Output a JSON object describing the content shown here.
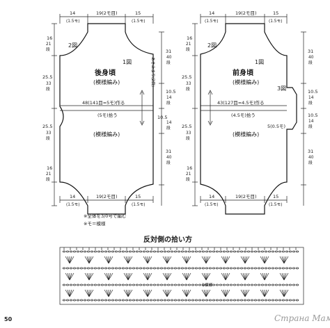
{
  "back": {
    "title": "後身頃",
    "pattern_top": "(模様編み)",
    "pattern_bottom": "(模様編み)",
    "piece1": "1図",
    "piece2": "2図",
    "make_line": "48(141目=5モ)作る",
    "pick_line": "(5モ)拾う",
    "top": {
      "d1": "14",
      "d1s": "(1.5モ)",
      "d2": "19(2モ目)",
      "d3": "15",
      "d3s": "(1.5モ)"
    },
    "bottom": {
      "d1": "14",
      "d1s": "(1.5モ)",
      "d2": "19(2モ目)",
      "d3": "15",
      "d3s": "(1.5モ)"
    },
    "left": [
      {
        "cm": "16",
        "rows": "21",
        "unit": "段"
      },
      {
        "cm": "25.5",
        "rows": "33",
        "unit": "段"
      },
      {
        "cm": "25.5",
        "rows": "33",
        "unit": "段"
      },
      {
        "cm": "16",
        "rows": "21",
        "unit": "段"
      }
    ],
    "right": [
      {
        "cm": "31",
        "rows": "40",
        "unit": "段"
      },
      {
        "cm": "10.5",
        "rows": "14",
        "unit": "段"
      },
      {
        "cm": "10.5",
        "rows": "14",
        "unit": "段"
      },
      {
        "cm": "31",
        "rows": "40",
        "unit": "段"
      }
    ],
    "side_note": "あき止まり(2目)"
  },
  "front": {
    "title": "前身頃",
    "pattern_top": "(模様編み)",
    "pattern_bottom": "(模様編み)",
    "piece1": "1図",
    "piece2": "2図",
    "piece3": "3図",
    "make_line": "43(127目=4.5モ)作る",
    "pick_line": "(4.5モ)拾う",
    "center_note": "5(0.5モ)",
    "top": {
      "d1": "14",
      "d1s": "(1.5モ)",
      "d2": "19(2モ目)",
      "d3": "15",
      "d3s": "(1.5モ)"
    },
    "bottom": {
      "d1": "14",
      "d1s": "(1.5モ)",
      "d2": "19(2モ目)",
      "d3": "15",
      "d3s": "(1.5モ)"
    },
    "left": [
      {
        "cm": "16",
        "rows": "21",
        "unit": "段"
      },
      {
        "cm": "25.5",
        "rows": "33",
        "unit": "段"
      },
      {
        "cm": "25.5",
        "rows": "33",
        "unit": "段"
      },
      {
        "cm": "16",
        "rows": "21",
        "unit": "段"
      }
    ],
    "right": [
      {
        "cm": "31",
        "rows": "40",
        "unit": "段"
      },
      {
        "cm": "10.5",
        "rows": "14",
        "unit": "段"
      },
      {
        "cm": "10.5",
        "rows": "14",
        "unit": "段"
      },
      {
        "cm": "31",
        "rows": "40",
        "unit": "段"
      }
    ]
  },
  "notes": [
    "※全体を3/0号で編む",
    "※モ＝模様"
  ],
  "chart_title": "反対側の拾い方",
  "chart_pattern_label": "1模様",
  "page_number": "50",
  "watermark": "Страна Мам"
}
